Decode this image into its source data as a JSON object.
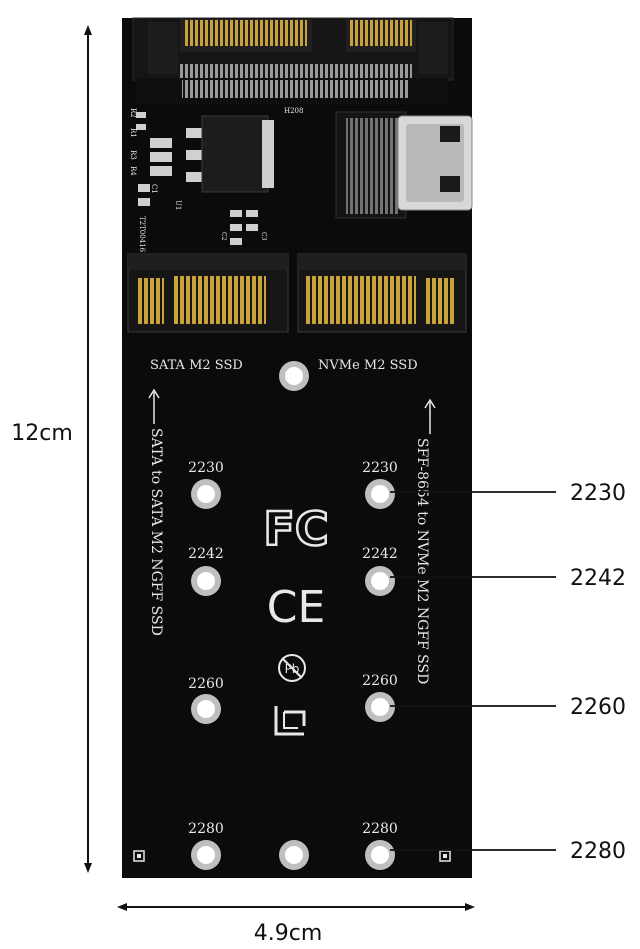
{
  "dimensions": {
    "height_label": "12cm",
    "width_label": "4.9cm"
  },
  "callouts": [
    "2230",
    "2242",
    "2260",
    "2280"
  ],
  "board": {
    "left_slot_title": "SATA M2 SSD",
    "right_slot_title": "NVMe M2 SSD",
    "left_vertical_text": "SATA to SATA M2 NGFF SSD",
    "right_vertical_text": "SFF-8654 to NVMe M2 NGFF SSD",
    "left_hole_labels": [
      "2230",
      "2242",
      "2260",
      "2280"
    ],
    "right_hole_labels": [
      "2230",
      "2242",
      "2260",
      "2280"
    ],
    "chip_label": "U1",
    "board_code": "T2T00416",
    "top_label": "H208",
    "resistor_labels": [
      "R1",
      "R2",
      "R3",
      "R4"
    ],
    "cap_labels": [
      "C1",
      "C2",
      "C3"
    ],
    "marks": {
      "fcc": "FC",
      "ce": "CE",
      "pb": "Pb"
    }
  },
  "colors": {
    "board": "#0b0b0b",
    "gold": "#c9a23a",
    "silkscreen": "#e8e8e8",
    "pad": "#bfbfbf"
  },
  "icons": [
    "fcc-logo-icon",
    "ce-mark-icon",
    "pb-free-icon",
    "recycle-icon"
  ]
}
